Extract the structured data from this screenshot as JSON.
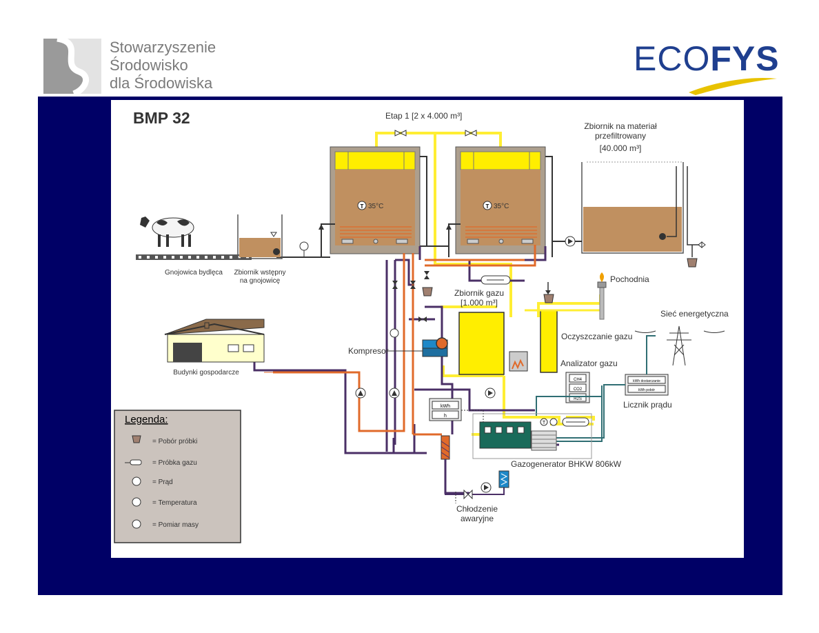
{
  "header": {
    "org_lines": [
      "Stowarzyszenie",
      "Środowisko",
      "dla Środowiska"
    ],
    "brand_plain": "ECO",
    "brand_bold": "FYS",
    "colors": {
      "brand": "#1f3f8f",
      "org_text": "#7a7a7a",
      "slide_bg": "#000066"
    }
  },
  "diagram": {
    "title": "BMP 32",
    "stage_label": "Etap 1  [2 x 4.000 m³]",
    "temp_1": "35°C",
    "temp_2": "35°C",
    "filtered_tank": [
      "Zbiornik na materiał",
      "przefiltrowany",
      "[40.000 m³]"
    ],
    "manure_source": "Gnojowica bydlęca",
    "pre_tank": [
      "Zbiornik wstępny",
      "na gnojowicę"
    ],
    "flare": "Pochodnia",
    "gas_tank": [
      "Zbiornik gazu",
      "[1.000 m³]"
    ],
    "gas_cleaning": "Oczyszczanie gazu",
    "grid": "Sieć energetyczna",
    "compressor": "Kompresor",
    "gas_analyzer": "Analizator gazu",
    "analyzer_rows": [
      "CH4",
      "CO2",
      "H2S"
    ],
    "farm_buildings": "Budynki gospodarcze",
    "meter_rows": [
      "kWh dostarczanie",
      "kWh pobór"
    ],
    "electricity_meter": "Licznik prądu",
    "counter_rows": [
      "kWh",
      "h"
    ],
    "generator": "Gazogenerator BHKW 806kW",
    "emergency_cooling": [
      "Chłodzenie",
      "awaryjne"
    ],
    "legend": {
      "title": "Legenda:",
      "items": [
        {
          "symbol": "sample-bucket-icon",
          "label": "=  Pobór próbki"
        },
        {
          "symbol": "gas-sample-icon",
          "label": "=  Próbka gazu"
        },
        {
          "symbol": "current-meter-icon",
          "label": "=  Prąd"
        },
        {
          "symbol": "temperature-icon",
          "label": "=  Temperatura"
        },
        {
          "symbol": "mass-meter-icon",
          "label": "=  Pomiar masy"
        }
      ]
    },
    "colors": {
      "gas_pipe": "#ffee33",
      "hot_pipe": "#e06a2a",
      "cold_pipe": "#4a2f66",
      "electric_line": "#2f6e73",
      "digestate": "#c09060",
      "gas_space": "#ffee00",
      "generator": "#1a6b5a"
    }
  }
}
